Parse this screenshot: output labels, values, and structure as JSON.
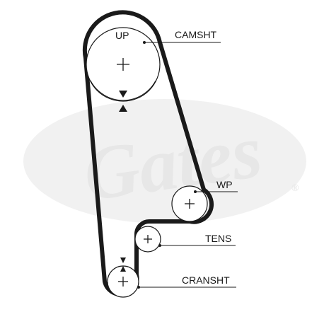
{
  "watermark": {
    "brand": "Gates",
    "registered_mark": "®",
    "color": "#e6e6e6"
  },
  "colors": {
    "belt": "#1a1a1a",
    "pulley_outline": "#1a1a1a",
    "leader_line": "#1a1a1a",
    "text": "#1a1a1a",
    "background": "#ffffff"
  },
  "labels": {
    "up": "UP",
    "camshaft": "CAMSHT",
    "water_pump": "WP",
    "tensioner": "TENS",
    "crankshaft": "CRANSHT"
  },
  "pulleys": [
    {
      "id": "camshaft",
      "label": "CAMSHT",
      "marker": "+"
    },
    {
      "id": "water_pump",
      "label": "WP",
      "marker": "+"
    },
    {
      "id": "tensioner",
      "label": "TENS",
      "marker": "+"
    },
    {
      "id": "crankshaft",
      "label": "CRANSHT",
      "marker": "+"
    }
  ],
  "icons": {
    "timing_mark_cam": "triangle-pair-icon",
    "timing_mark_crank": "triangle-pair-icon",
    "center_marker": "plus-icon"
  }
}
